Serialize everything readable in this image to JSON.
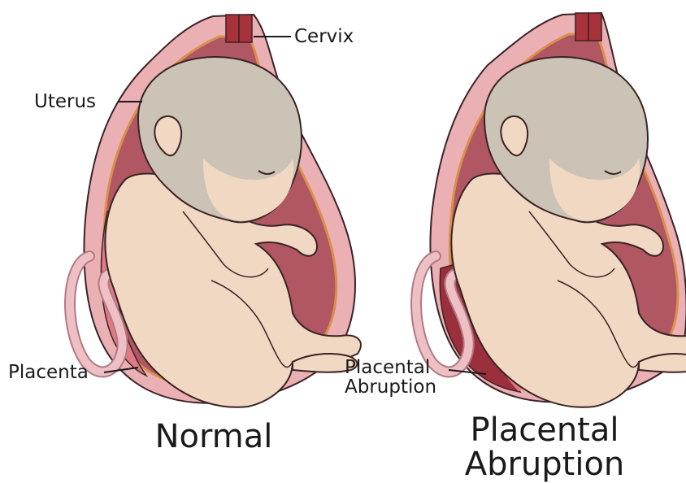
{
  "labels": {
    "cervix": "Cervix",
    "uterus": "Uterus",
    "placenta": "Placenta",
    "abruption_line1": "Placental",
    "abruption_line2": "Abruption"
  },
  "captions": {
    "normal": "Normal",
    "abruption_line1": "Placental",
    "abruption_line2": "Abruption"
  },
  "colors": {
    "uterus_wall": "#eab0b4",
    "uterus_outline": "#3b2326",
    "amniotic_cavity": "#b05763",
    "membrane": "#d9904a",
    "cervix": "#a8323c",
    "fetus_skin": "#f1d8c2",
    "fetus_hair": "#cbc3b6",
    "umbilical_cord": "#eec0c6",
    "placenta": "#e07a84",
    "abruption_blood": "#9b2f3c"
  }
}
